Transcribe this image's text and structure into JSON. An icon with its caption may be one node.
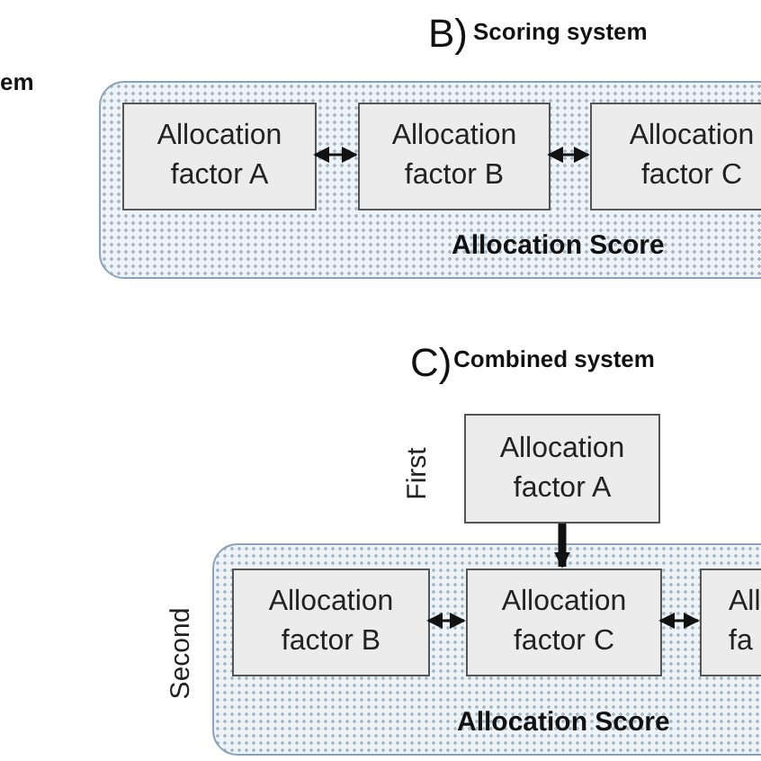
{
  "diagram": {
    "nodes": [
      {
        "text": [
          "Allocation Score"
        ]
      },
      {
        "text": [
          "Allocation factor A"
        ],
        "in": 0
      },
      {
        "text": [
          "Allocation factor B"
        ],
        "in": 0
      },
      {
        "text": [
          "Allocation factor C"
        ],
        "in": 0
      },
      {
        "text": [
          "Allocation factor A"
        ],
        "beside": [
          "First"
        ]
      },
      {
        "text": [
          "Allocation Score"
        ],
        "beside": [
          "Second"
        ]
      },
      {
        "text": [
          "Allocation factor B"
        ],
        "in": 5
      },
      {
        "text": [
          "Allocation factor C"
        ],
        "in": 5
      },
      {
        "text": [
          "All fa"
        ],
        "in": 5
      }
    ],
    "edges": [
      {
        "from": 1,
        "to": 2,
        "arrow": "both"
      },
      {
        "from": 2,
        "to": 3,
        "arrow": "both"
      },
      {
        "from": 4,
        "to": 7,
        "arrow": "to",
        "style": "thick"
      },
      {
        "from": 6,
        "to": 7,
        "arrow": "both"
      },
      {
        "from": 7,
        "to": 8,
        "arrow": "both"
      }
    ],
    "labels": [
      "em",
      "B)",
      "Scoring system",
      "C)",
      "Combined system"
    ]
  }
}
